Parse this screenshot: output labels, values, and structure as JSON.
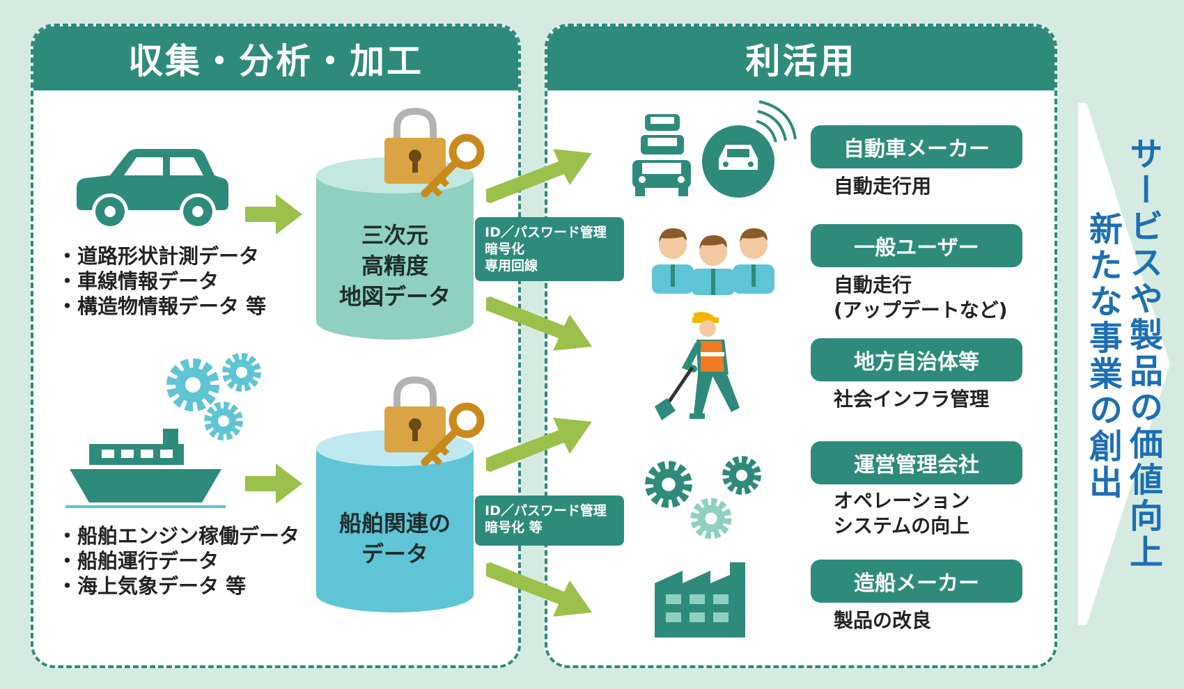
{
  "left_panel": {
    "title": "収集・分析・加工",
    "car_bullets": [
      "道路形状計測データ",
      "車線情報データ",
      "構造物情報データ 等"
    ],
    "ship_bullets": [
      "船舶エンジン稼働データ",
      "船舶運行データ",
      "海上気象データ 等"
    ],
    "map_db_label": [
      "三次元",
      "高精度",
      "地図データ"
    ],
    "ship_db_label": [
      "船舶関連の",
      "データ"
    ]
  },
  "security": {
    "upper": [
      "ID／パスワード管理",
      "暗号化",
      "専用回線"
    ],
    "lower": [
      "ID／パスワード管理",
      "暗号化 等"
    ]
  },
  "right_panel": {
    "title": "利活用",
    "users": [
      {
        "name": "自動車メーカー",
        "usage": [
          "自動走行用"
        ]
      },
      {
        "name": "一般ユーザー",
        "usage": [
          "自動走行",
          "(アップデートなど)"
        ]
      },
      {
        "name": "地方自治体等",
        "usage": [
          "社会インフラ管理"
        ]
      },
      {
        "name": "運営管理会社",
        "usage": [
          "オペレーション",
          "システムの向上"
        ]
      },
      {
        "name": "造船メーカー",
        "usage": [
          "製品の改良"
        ]
      }
    ]
  },
  "outcome": {
    "line1": "サービスや製品の価値向上",
    "line2": "新たな事業の創出"
  },
  "icons": [
    "car-icon",
    "ship-icon",
    "gear-icon",
    "padlock-icon",
    "key-icon",
    "cars-icon",
    "connected-car-icon",
    "users-icon",
    "worker-icon",
    "factory-icon"
  ],
  "colors": {
    "background": "#d5ebe2",
    "primary": "#2e8b7b",
    "arrow": "#9cc04c",
    "gear": "#5fc4d4",
    "map_db": "#8fd0c0",
    "ship_db": "#5fc4d6",
    "outcome_text": "#1d6fb4"
  }
}
